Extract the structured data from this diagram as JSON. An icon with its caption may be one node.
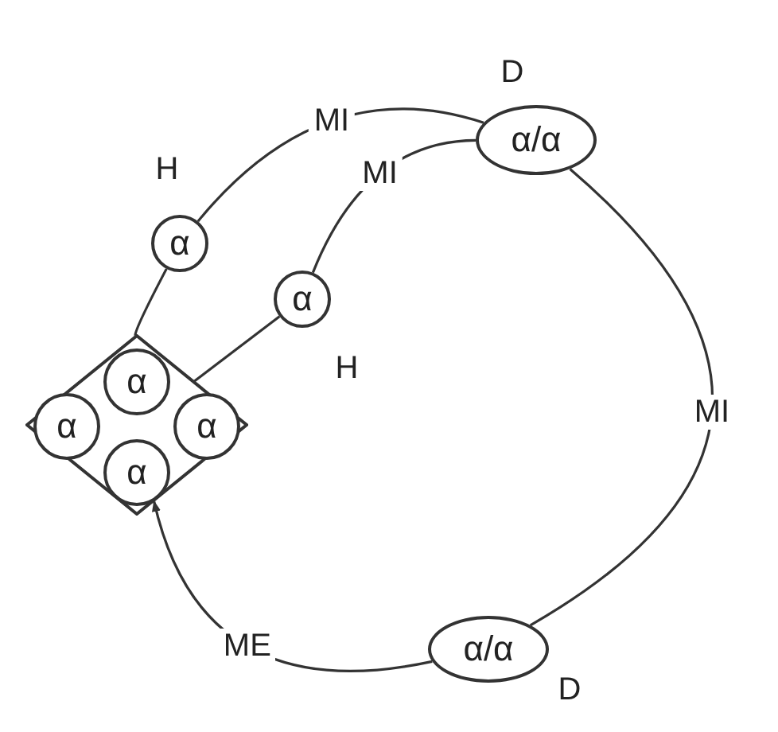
{
  "diagram": {
    "nodes": [
      {
        "text": [
          "α/α"
        ],
        "beside": [
          "D"
        ]
      },
      {
        "text": [
          "α"
        ],
        "beside": [
          "H"
        ]
      },
      {
        "text": [
          "α"
        ],
        "beside": [
          "H"
        ]
      },
      {
        "text": [],
        "shape": "diamond"
      },
      {
        "text": [
          "α"
        ],
        "in": 3
      },
      {
        "text": [
          "α"
        ],
        "in": 3
      },
      {
        "text": [
          "α"
        ],
        "in": 3
      },
      {
        "text": [
          "α"
        ],
        "in": 3
      },
      {
        "text": [
          "α/α"
        ],
        "beside": [
          "D"
        ]
      }
    ],
    "edges": [
      {
        "from": 1,
        "to": 0,
        "arrow": "none",
        "label": "MI"
      },
      {
        "from": 2,
        "to": 0,
        "arrow": "none",
        "label": "MI"
      },
      {
        "from": 0,
        "to": 8,
        "arrow": "none",
        "label": "MI"
      },
      {
        "from": 8,
        "to": 3,
        "arrow": "to",
        "label": "ME"
      },
      {
        "from": 1,
        "to": 3,
        "arrow": "none"
      },
      {
        "from": 2,
        "to": 3,
        "arrow": "none"
      }
    ]
  }
}
